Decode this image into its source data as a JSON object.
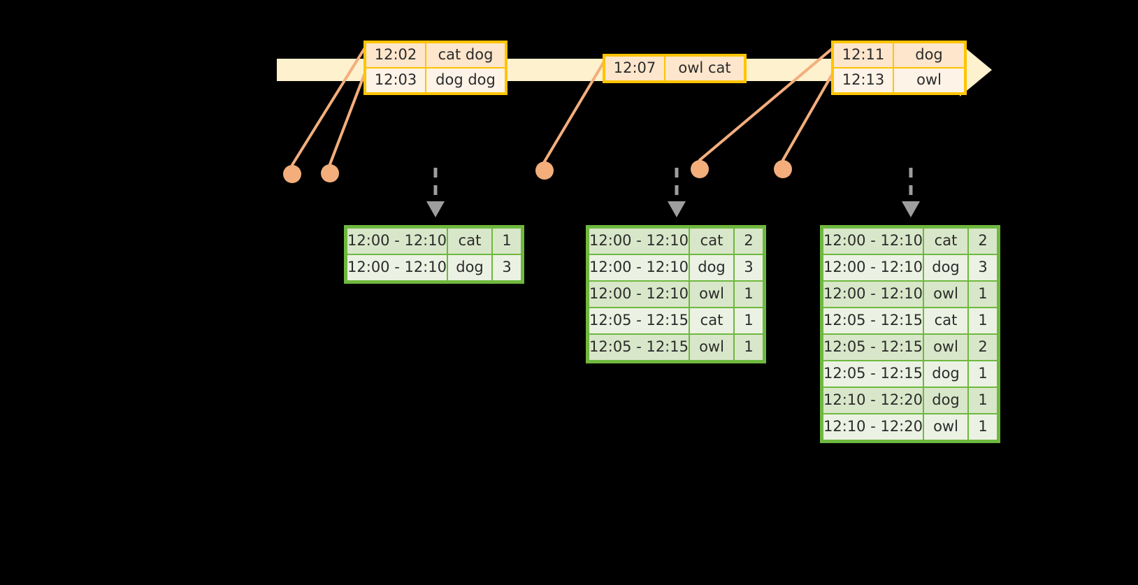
{
  "diagram": {
    "title": "windowed-word-count-stream-diagram",
    "colors": {
      "background": "#000000",
      "timeline_bar": "#FDF1CE",
      "timeline_border": "#FFC400",
      "event_box_border": "#FFC400",
      "event_cell_fill": "#FDE6CC",
      "event_cell_fill_alt": "#FEF3E7",
      "result_border": "#6FB83F",
      "result_cell_fill": "#D8E7C9",
      "result_cell_fill_alt": "#EBF2E3",
      "connector_line": "#F3AE7C",
      "dot": "#F3AE7C",
      "arrow_gray": "#9E9E9E",
      "text": "#2b2b2b"
    }
  },
  "timeline": {
    "name": "event-time-axis",
    "arrow_direction": "right"
  },
  "events": [
    {
      "id": "event-group-1",
      "rows": [
        {
          "time": "12:02",
          "words": "cat dog"
        },
        {
          "time": "12:03",
          "words": "dog dog"
        }
      ]
    },
    {
      "id": "event-group-2",
      "rows": [
        {
          "time": "12:07",
          "words": "owl cat"
        }
      ]
    },
    {
      "id": "event-group-3",
      "rows": [
        {
          "time": "12:11",
          "words": "dog"
        },
        {
          "time": "12:13",
          "words": "owl"
        }
      ]
    }
  ],
  "dots": [
    {
      "id": "dot-1",
      "label": "event-marker-12-02"
    },
    {
      "id": "dot-2",
      "label": "event-marker-12-03"
    },
    {
      "id": "dot-3",
      "label": "event-marker-12-07"
    },
    {
      "id": "dot-4",
      "label": "event-marker-12-11"
    },
    {
      "id": "dot-5",
      "label": "event-marker-12-13"
    }
  ],
  "results": [
    {
      "id": "result-table-1",
      "rows": [
        {
          "window": "12:00 - 12:10",
          "key": "cat",
          "count": "1"
        },
        {
          "window": "12:00 - 12:10",
          "key": "dog",
          "count": "3"
        }
      ]
    },
    {
      "id": "result-table-2",
      "rows": [
        {
          "window": "12:00 - 12:10",
          "key": "cat",
          "count": "2"
        },
        {
          "window": "12:00 - 12:10",
          "key": "dog",
          "count": "3"
        },
        {
          "window": "12:00 - 12:10",
          "key": "owl",
          "count": "1"
        },
        {
          "window": "12:05 - 12:15",
          "key": "cat",
          "count": "1"
        },
        {
          "window": "12:05 - 12:15",
          "key": "owl",
          "count": "1"
        }
      ]
    },
    {
      "id": "result-table-3",
      "rows": [
        {
          "window": "12:00 - 12:10",
          "key": "cat",
          "count": "2"
        },
        {
          "window": "12:00 - 12:10",
          "key": "dog",
          "count": "3"
        },
        {
          "window": "12:00 - 12:10",
          "key": "owl",
          "count": "1"
        },
        {
          "window": "12:05 - 12:15",
          "key": "cat",
          "count": "1"
        },
        {
          "window": "12:05 - 12:15",
          "key": "owl",
          "count": "2"
        },
        {
          "window": "12:05 - 12:15",
          "key": "dog",
          "count": "1"
        },
        {
          "window": "12:10 - 12:20",
          "key": "dog",
          "count": "1"
        },
        {
          "window": "12:10 - 12:20",
          "key": "owl",
          "count": "1"
        }
      ]
    }
  ]
}
